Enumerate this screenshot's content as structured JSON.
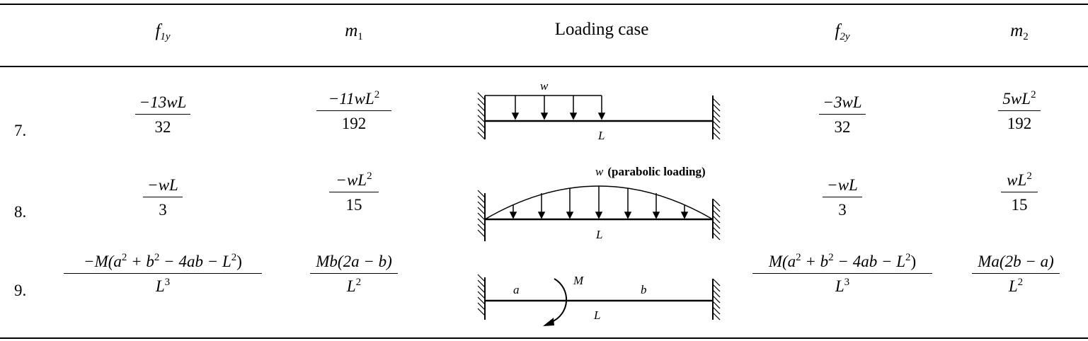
{
  "header": {
    "col1": {
      "base": "f",
      "sub": "1y"
    },
    "col2": {
      "base": "m",
      "sub": "1"
    },
    "col3": "Loading case",
    "col4": {
      "base": "f",
      "sub": "2y"
    },
    "col5": {
      "base": "m",
      "sub": "2"
    }
  },
  "rows": [
    {
      "num": "7.",
      "f1y": {
        "num": "−13wL",
        "den": "32"
      },
      "m1": {
        "num_base": "−11wL",
        "num_sup": "2",
        "den": "192"
      },
      "f2y": {
        "num": "−3wL",
        "den": "32"
      },
      "m2": {
        "num_base": "5wL",
        "num_sup": "2",
        "den": "192"
      },
      "diagram": {
        "load_label": "w",
        "span_label": "L"
      }
    },
    {
      "num": "8.",
      "f1y": {
        "num": "−wL",
        "den": "3"
      },
      "m1": {
        "num_base": "−wL",
        "num_sup": "2",
        "den": "15"
      },
      "f2y": {
        "num": "−wL",
        "den": "3"
      },
      "m2": {
        "num_base": "wL",
        "num_sup": "2",
        "den": "15"
      },
      "diagram": {
        "load_label": "w",
        "load_note": "(parabolic loading)",
        "span_label": "L"
      }
    },
    {
      "num": "9.",
      "f1y": {
        "num_pre": "−M(a",
        "num_mid1": " + b",
        "num_mid2": " − 4ab − L",
        "num_post": ")",
        "den_base": "L",
        "den_sup": "3"
      },
      "m1": {
        "num": "Mb(2a − b)",
        "den_base": "L",
        "den_sup": "2"
      },
      "f2y": {
        "num_pre": "M(a",
        "num_mid1": " + b",
        "num_mid2": " − 4ab − L",
        "num_post": ")",
        "den_base": "L",
        "den_sup": "3"
      },
      "m2": {
        "num": "Ma(2b − a)",
        "den_base": "L",
        "den_sup": "2"
      },
      "diagram": {
        "a_label": "a",
        "b_label": "b",
        "moment_label": "M",
        "span_label": "L"
      }
    }
  ]
}
